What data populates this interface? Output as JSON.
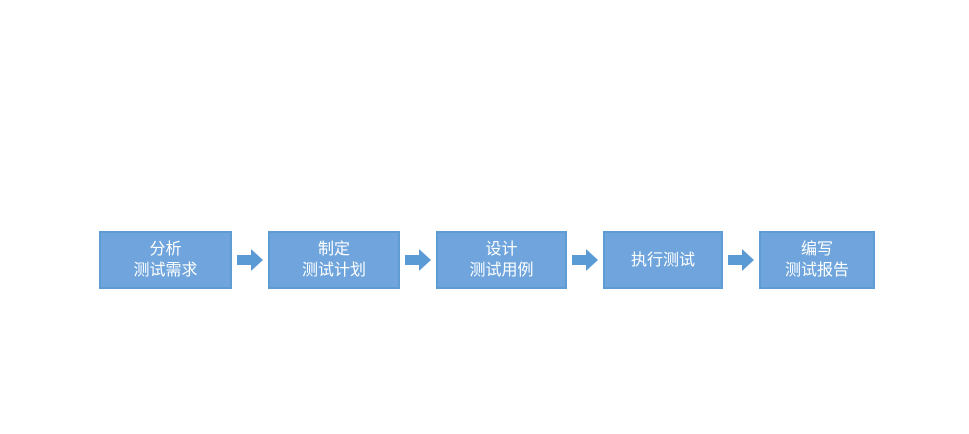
{
  "diagram": {
    "type": "process-flow",
    "steps": [
      {
        "lines": [
          "分析",
          "测试需求"
        ]
      },
      {
        "lines": [
          "制定",
          "测试计划"
        ]
      },
      {
        "lines": [
          "设计",
          "测试用例"
        ]
      },
      {
        "lines": [
          "执行测试"
        ]
      },
      {
        "lines": [
          "编写",
          "测试报告"
        ]
      }
    ]
  },
  "colors": {
    "box_fill": "#6FA5DC",
    "box_border": "#5E9CD3",
    "arrow_fill": "#5B9BD5",
    "text": "#FFFFFF",
    "background": "#FFFFFF"
  }
}
